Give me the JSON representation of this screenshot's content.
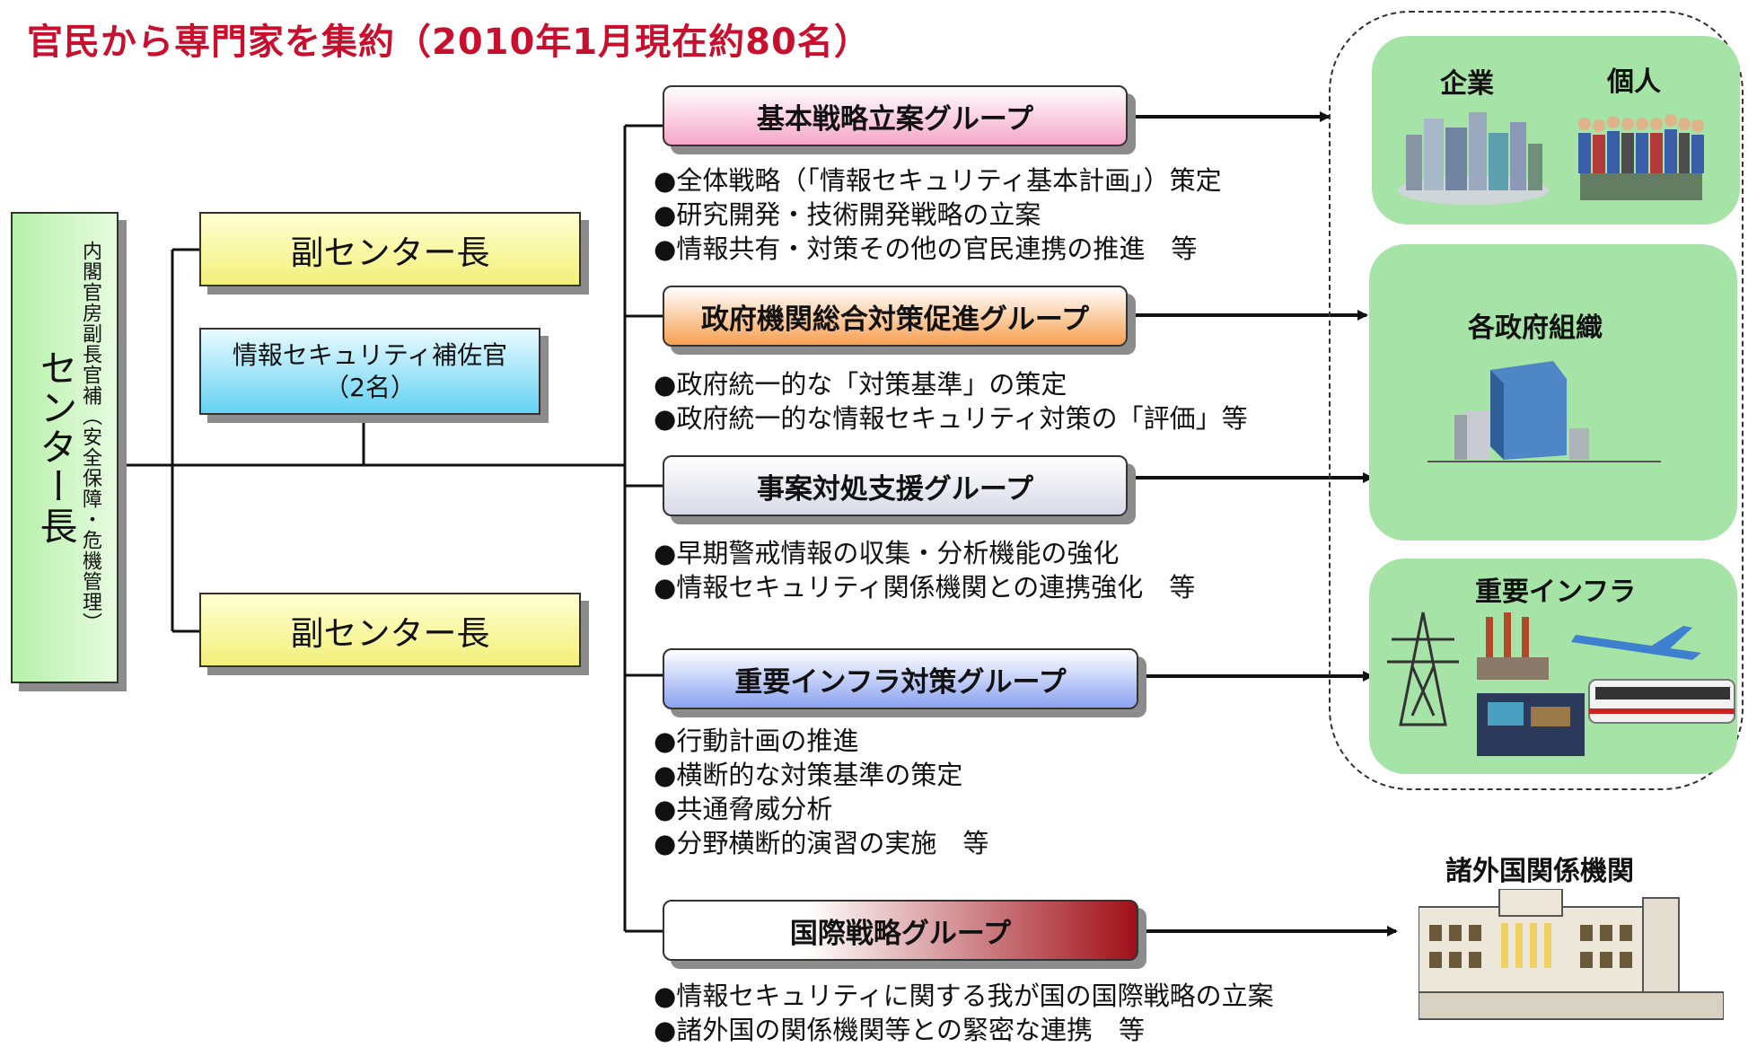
{
  "title": "官民から専門家を集約（2010年1月現在約80名）",
  "center": {
    "title": "センター長",
    "subtitle": "内閣官房副長官補（安全保障・危機管理）"
  },
  "vice_directors": [
    {
      "label": "副センター長"
    },
    {
      "label": "副センター長"
    }
  ],
  "advisor": {
    "label": "情報セキュリティ補佐官",
    "count": "（2名）"
  },
  "groups": [
    {
      "label": "基本戦略立案グループ",
      "items": [
        "全体戦略（「情報セキュリティ基本計画」）策定",
        "研究開発・技術開発戦略の立案",
        "情報共有・対策その他の官民連携の推進　等"
      ]
    },
    {
      "label": "政府機関総合対策促進グループ",
      "items": [
        "政府統一的な「対策基準」の策定",
        "政府統一的な情報セキュリティ対策の「評価」等"
      ]
    },
    {
      "label": "事案対処支援グループ",
      "items": [
        "早期警戒情報の収集・分析機能の強化",
        "情報セキュリティ関係機関との連携強化　等"
      ]
    },
    {
      "label": "重要インフラ対策グループ",
      "items": [
        "行動計画の推進",
        "横断的な対策基準の策定",
        "共通脅威分析",
        "分野横断的演習の実施　等"
      ]
    },
    {
      "label": "国際戦略グループ",
      "items": [
        "情報セキュリティに関する我が国の国際戦略の立案",
        "諸外国の関係機関等との緊密な連携　等"
      ]
    }
  ],
  "targets": {
    "companies": "企業",
    "individuals": "個人",
    "government": "各政府組織",
    "infrastructure": "重要インフラ",
    "foreign": "諸外国関係機関"
  }
}
